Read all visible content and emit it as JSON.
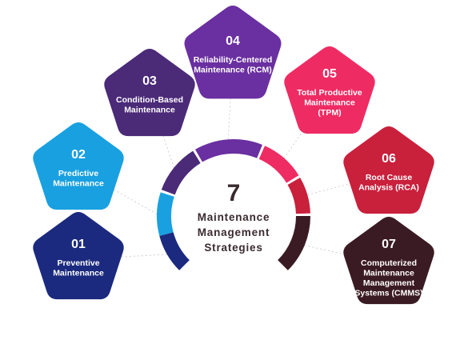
{
  "center": {
    "number": "7",
    "title_lines": [
      "Maintenance",
      "Management",
      "Strategies"
    ]
  },
  "strategies": [
    {
      "number": "01",
      "label_lines": [
        "Preventive",
        "Maintenance"
      ],
      "color": "#1b2a7e"
    },
    {
      "number": "02",
      "label_lines": [
        "Predictive",
        "Maintenance"
      ],
      "color": "#19a0e0"
    },
    {
      "number": "03",
      "label_lines": [
        "Condition-Based",
        "Maintenance"
      ],
      "color": "#4b2a78"
    },
    {
      "number": "04",
      "label_lines": [
        "Reliability-Centered",
        "Maintenance (RCM)"
      ],
      "color": "#6a2fa0"
    },
    {
      "number": "05",
      "label_lines": [
        "Total Productive",
        "Maintenance",
        "(TPM)"
      ],
      "color": "#ef2b63"
    },
    {
      "number": "06",
      "label_lines": [
        "Root Cause",
        "Analysis (RCA)"
      ],
      "color": "#c9203c"
    },
    {
      "number": "07",
      "label_lines": [
        "Computerized",
        "Maintenance",
        "Management",
        "Systems (CMMS)"
      ],
      "color": "#3b1b23"
    }
  ]
}
